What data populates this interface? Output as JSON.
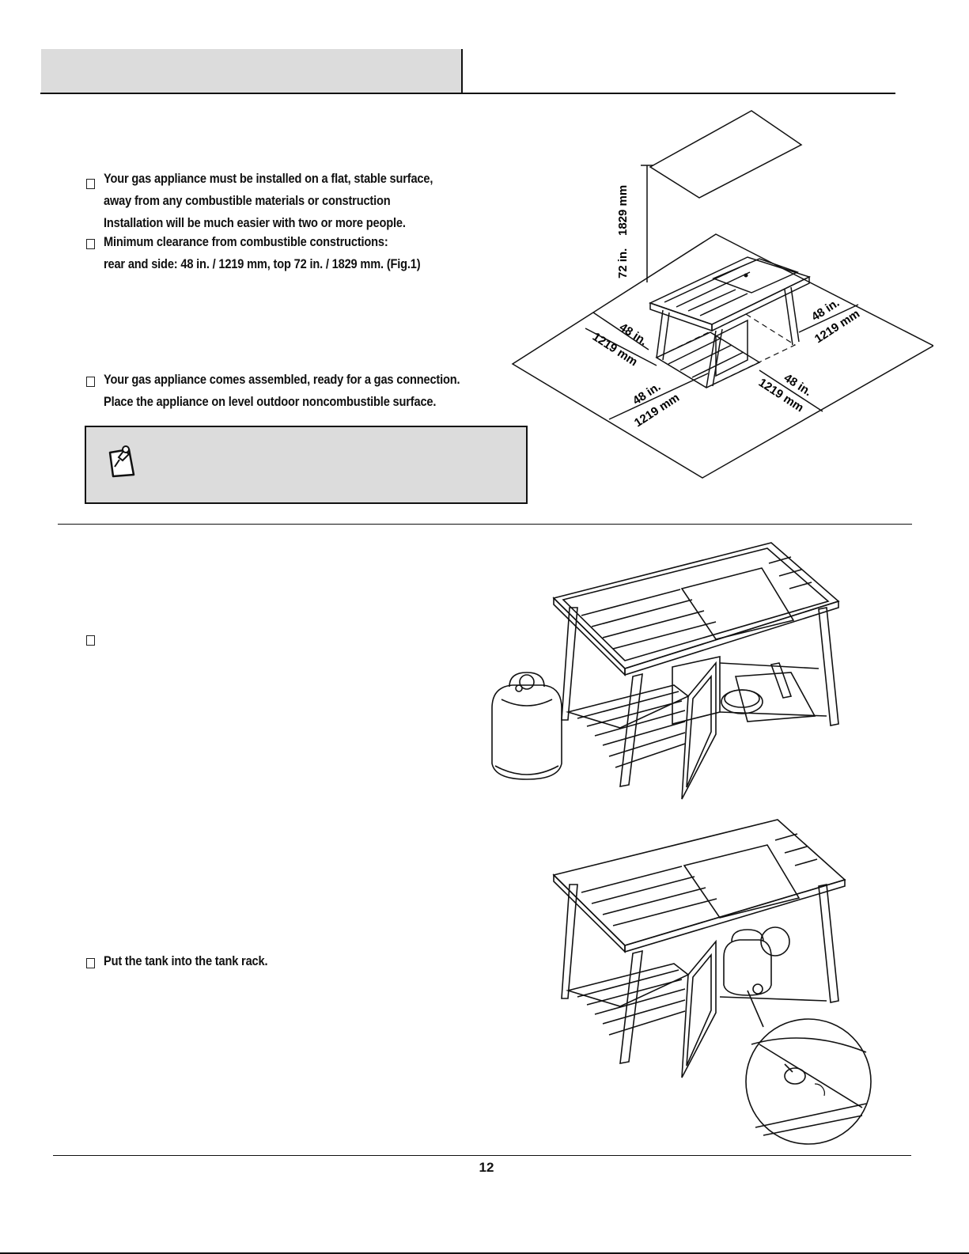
{
  "section1": {
    "bullets": [
      {
        "lines": [
          "Your gas appliance must be installed on a flat, stable surface,",
          "away from any combustible materials or construction",
          "Installation will be much easier with two or more people."
        ]
      },
      {
        "lines": [
          "Minimum clearance from combustible constructions:",
          "rear and side: 48 in.  / 1219 mm, top 72 in. / 1829 mm. (Fig.1)"
        ]
      },
      {
        "lines": [
          "Your gas appliance comes assembled, ready for a gas connection.",
          "Place the appliance on level outdoor noncombustible surface."
        ]
      }
    ]
  },
  "clearance_figure": {
    "top_imperial": "72 in.",
    "top_metric": "1829 mm",
    "left_imperial": "48 in.",
    "left_metric": "1219 mm",
    "right_imperial": "48 in.",
    "right_metric": "1219 mm",
    "front_left_imperial": "48 in.",
    "front_left_metric": "1219 mm",
    "front_right_imperial": "48 in.",
    "front_right_metric": "1219 mm"
  },
  "section2": {
    "bullet_tank_rack": "Put the tank into the tank rack."
  },
  "footer": {
    "page_number": "12"
  },
  "icons": {
    "note": "note-pin-icon",
    "bullet": "checkbox-bullet-icon"
  }
}
